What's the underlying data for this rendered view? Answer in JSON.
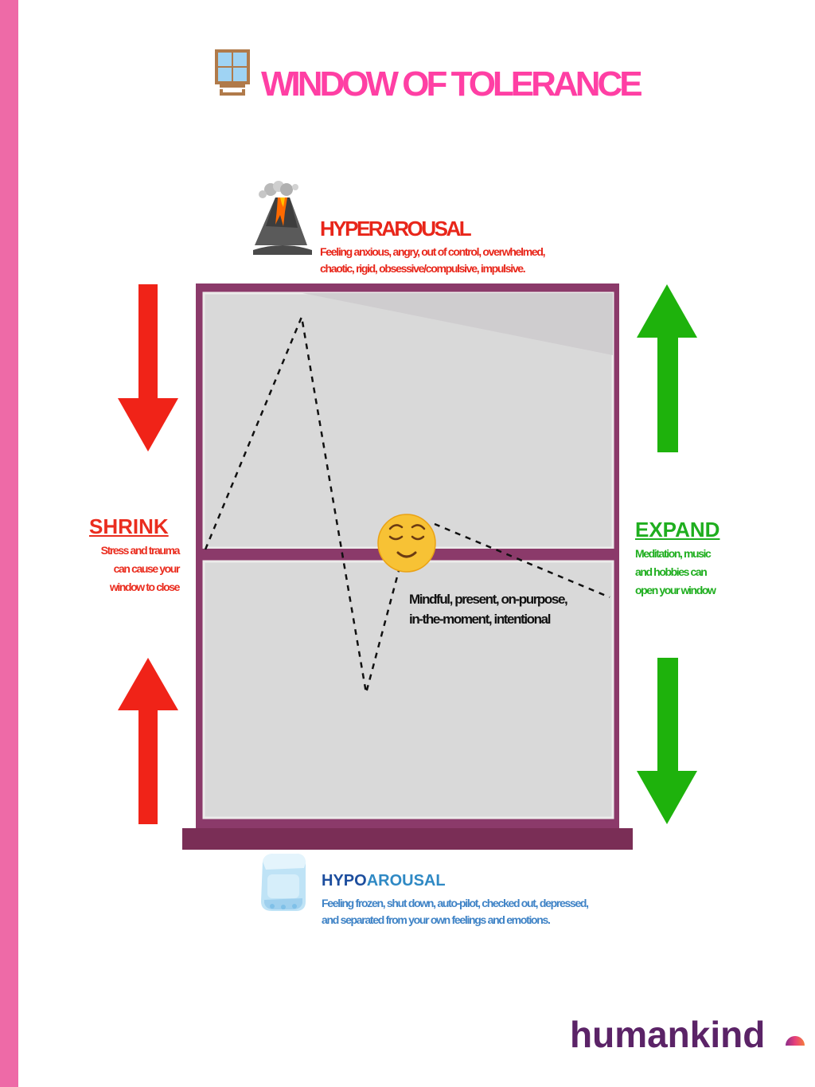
{
  "title": "WINDOW OF TOLERANCE",
  "hyperarousal": {
    "title": "HYPERAROUSAL",
    "desc_line1": "Feeling anxious, angry, out of control, overwhelmed,",
    "desc_line2": "chaotic, rigid, obsessive/compulsive, impulsive.",
    "icon": "volcano-icon"
  },
  "hypoarousal": {
    "title_strong": "HYPO",
    "title_rest": "AROUSAL",
    "desc_line1": "Feeling frozen, shut down, auto-pilot, checked out, depressed,",
    "desc_line2": "and separated from your own feelings and emotions.",
    "icon": "ice-cube-icon"
  },
  "shrink": {
    "title": "SHRINK",
    "desc_line1": "Stress and trauma",
    "desc_line2": "can cause your",
    "desc_line3": "window to close",
    "color": "#ea2d1f"
  },
  "expand": {
    "title": "EXPAND",
    "desc_line1": "Meditation, music",
    "desc_line2": "and hobbies can",
    "desc_line3": "open your window",
    "color": "#1fae1f"
  },
  "center": {
    "line1": "Mindful, present, on-purpose,",
    "line2": "in-the-moment, intentional",
    "icon": "relieved-face-icon"
  },
  "brand": {
    "name": "humankind",
    "color": "#5b2367"
  },
  "colors": {
    "accent_pink": "#ff3fa4",
    "stripe_pink": "#ee6aa7",
    "window_frame": "#8b3a6a",
    "window_glass": "#d9d9d9"
  }
}
